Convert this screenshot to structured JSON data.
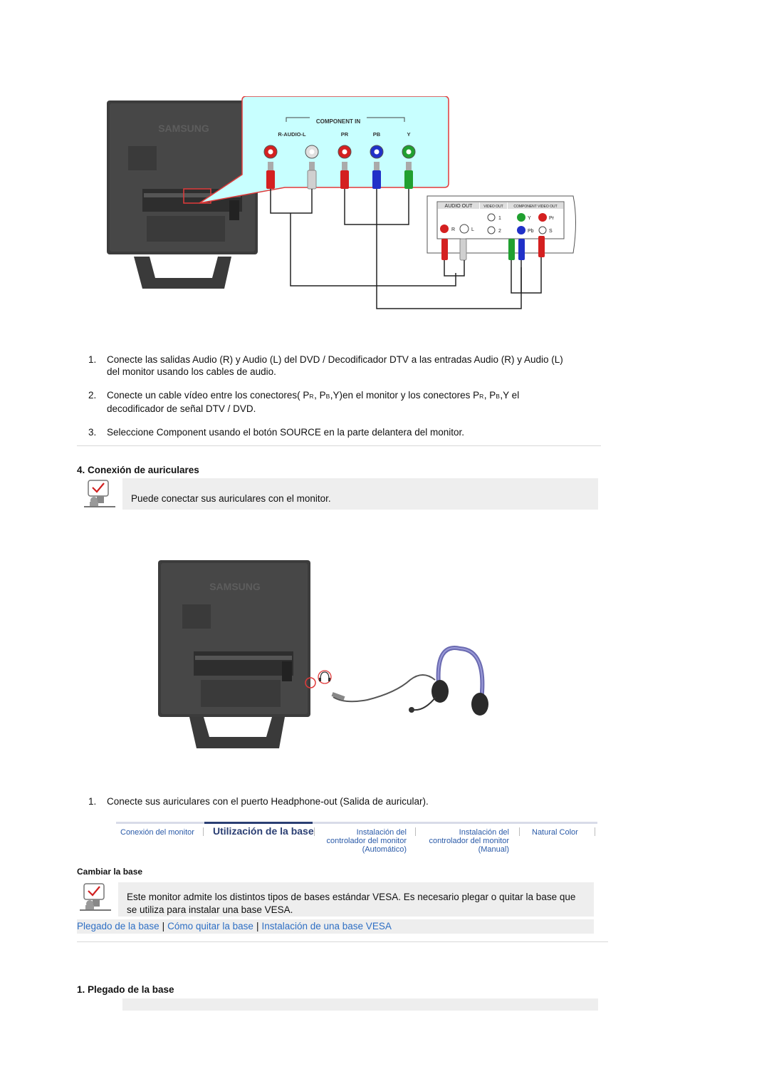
{
  "figure1": {
    "panel_title": "COMPONENT IN",
    "labels": {
      "audio": "R-AUDIO-L",
      "pr": "PR",
      "pb": "PB",
      "y": "Y"
    },
    "device_panel": {
      "audio_out": "AUDIO OUT",
      "video_out": "VIDEO OUT",
      "component_video_out": "COMPONENT VIDEO OUT",
      "r": "R",
      "l": "L",
      "one": "1",
      "two": "2",
      "y": "Y",
      "pr": "Pr",
      "pb": "Pb",
      "s": "S"
    },
    "brand": "SAMSUNG",
    "colors": {
      "red": "#d42020",
      "white": "#e0e0e0",
      "blue": "#2030c8",
      "green": "#20a030",
      "highlight": "#c8ffff",
      "callout_border": "#e03a3a"
    }
  },
  "steps1": [
    {
      "num": "1.",
      "text": "Conecte las salidas Audio (R) y Audio (L) del DVD / Decodificador DTV a las entradas Audio (R) y Audio (L) del monitor usando los cables de audio."
    },
    {
      "num": "2.",
      "text_a": "Conecte un cable vídeo entre los conectores( P",
      "sub_r": "R",
      "text_b": ", P",
      "sub_b": "B",
      "text_c": ",Y)en el monitor y los conectores P",
      "sub_r2": "R",
      "text_d": ", P",
      "sub_b2": "B",
      "text_e": ",Y el decodificador de señal DTV / DVD."
    },
    {
      "num": "3.",
      "text": "Seleccione Component usando el botón SOURCE en la parte delantera del monitor."
    }
  ],
  "section4": {
    "title": "4. Conexión de auriculares",
    "note": "Puede conectar sus auriculares con el monitor."
  },
  "figure2": {
    "brand": "SAMSUNG"
  },
  "steps2": [
    {
      "num": "1.",
      "text": "Conecte sus auriculares con el puerto Headphone-out (Salida de auricular)."
    }
  ],
  "tabs": {
    "t1": "Conexión del monitor",
    "t2": "Utilización de la base",
    "t3_l1": "Instalación del",
    "t3_l2": "controlador del monitor",
    "t3_l3": "(Automático)",
    "t4_l1": "Instalación del",
    "t4_l2": "controlador del monitor",
    "t4_l3": "(Manual)",
    "t5": "Natural Color"
  },
  "cambiar": {
    "title": "Cambiar la base",
    "note": "Este monitor admite los distintos tipos de bases estándar VESA. Es necesario plegar o quitar la base que se utiliza para instalar una base VESA.",
    "links": [
      "Plegado de la base",
      "Cómo quitar la base",
      "Instalación de una base VESA"
    ],
    "separator": "|"
  },
  "plegado": {
    "title": "1. Plegado de la base"
  }
}
